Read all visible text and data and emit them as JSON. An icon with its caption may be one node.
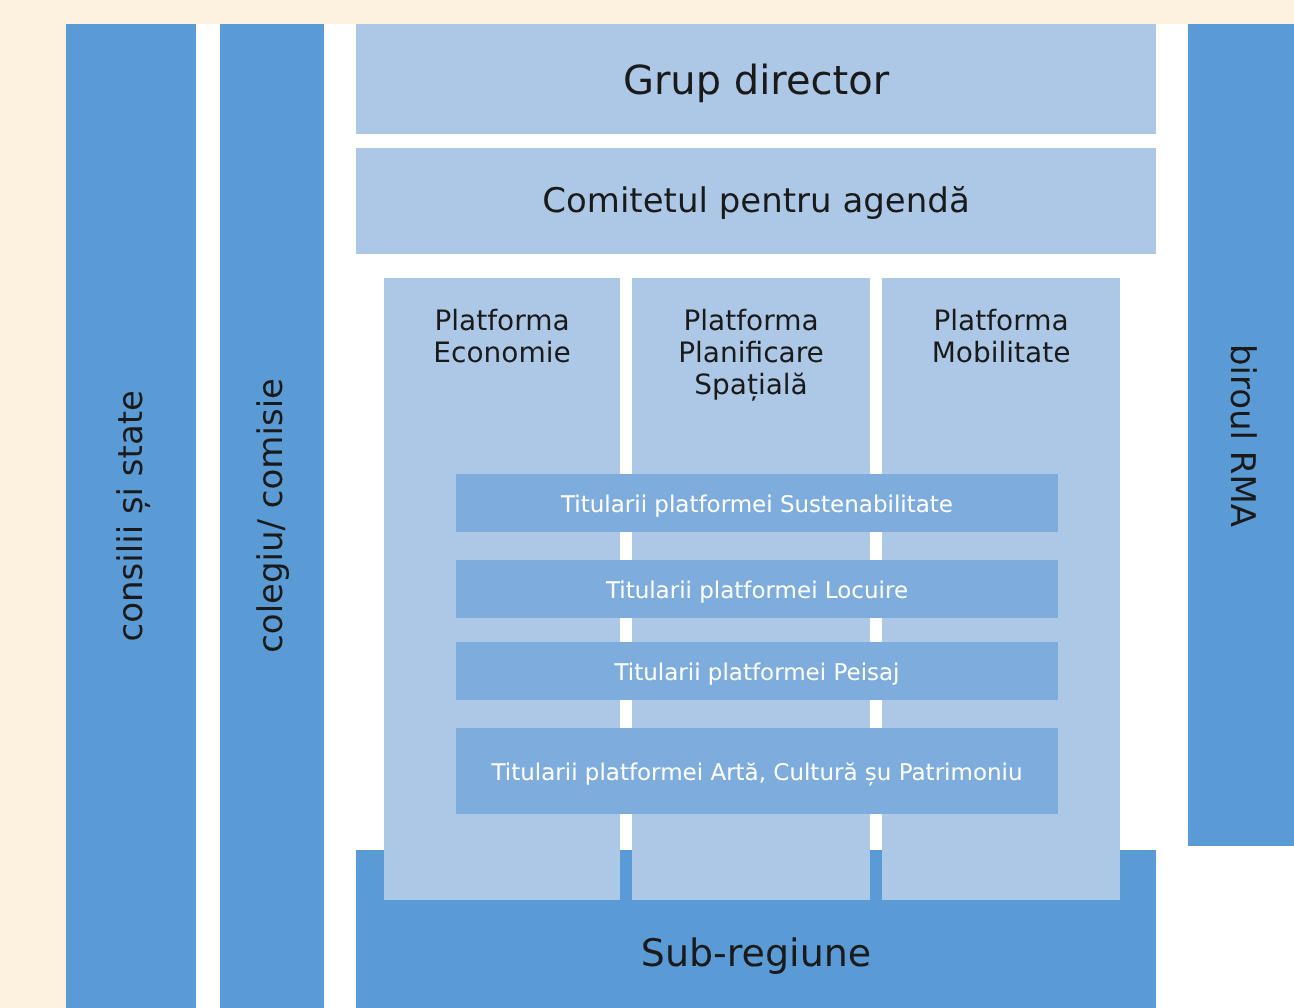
{
  "diagram": {
    "nodes": [
      {
        "text": [
          "consilii și state"
        ]
      },
      {
        "text": [
          "colegiu/ comisie"
        ]
      },
      {
        "text": [
          "Grup director"
        ]
      },
      {
        "text": [
          "Comitetul pentru agendă"
        ]
      },
      {
        "text": [
          "Platforma Economie"
        ]
      },
      {
        "text": [
          "Platforma Planificare Spațială"
        ]
      },
      {
        "text": [
          "Platforma Mobilitate"
        ]
      },
      {
        "text": [
          "Titularii platformei Sustenabilitate"
        ]
      },
      {
        "text": [
          "Titularii platformei Locuire"
        ]
      },
      {
        "text": [
          "Titularii platformei Peisaj"
        ]
      },
      {
        "text": [
          "Titularii platformei Artă, Cultură șu Patrimoniu"
        ]
      },
      {
        "text": [
          "Sub-regiune"
        ]
      },
      {
        "text": [
          "biroul RMA"
        ]
      }
    ]
  }
}
